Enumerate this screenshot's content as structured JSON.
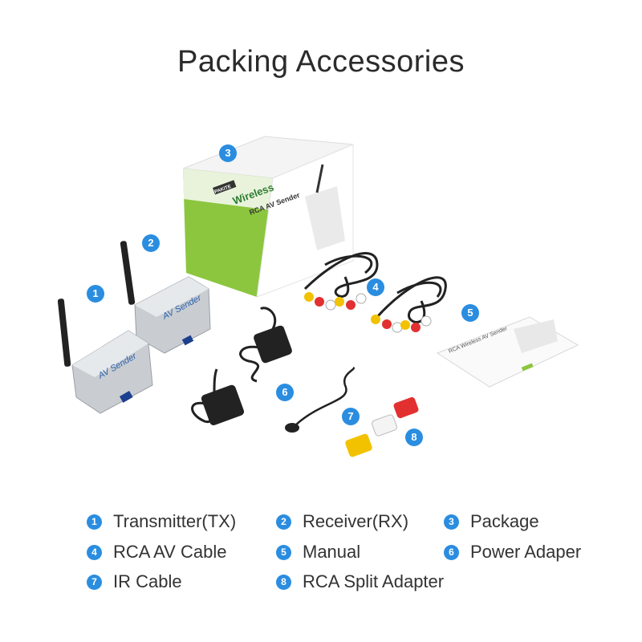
{
  "title": "Packing Accessories",
  "colors": {
    "badge": "#2a8de0",
    "box_green": "#8cc63f",
    "device_silver": "#c9cdd2"
  },
  "product": {
    "box_brand": "PAKITE",
    "box_title": "Wireless",
    "box_subtitle": "RCA AV Sender",
    "device_label": "AV Sender",
    "manual_title": "RCA Wireless AV Sender"
  },
  "callouts": [
    {
      "number": "1"
    },
    {
      "number": "2"
    },
    {
      "number": "3"
    },
    {
      "number": "4"
    },
    {
      "number": "5"
    },
    {
      "number": "6"
    },
    {
      "number": "7"
    },
    {
      "number": "8"
    }
  ],
  "legend": [
    {
      "number": "1",
      "label": "Transmitter(TX)"
    },
    {
      "number": "2",
      "label": "Receiver(RX)"
    },
    {
      "number": "3",
      "label": "Package"
    },
    {
      "number": "4",
      "label": "RCA AV Cable"
    },
    {
      "number": "5",
      "label": "Manual"
    },
    {
      "number": "6",
      "label": "Power Adaper"
    },
    {
      "number": "7",
      "label": "IR Cable"
    },
    {
      "number": "8",
      "label": "RCA Split Adapter"
    }
  ]
}
